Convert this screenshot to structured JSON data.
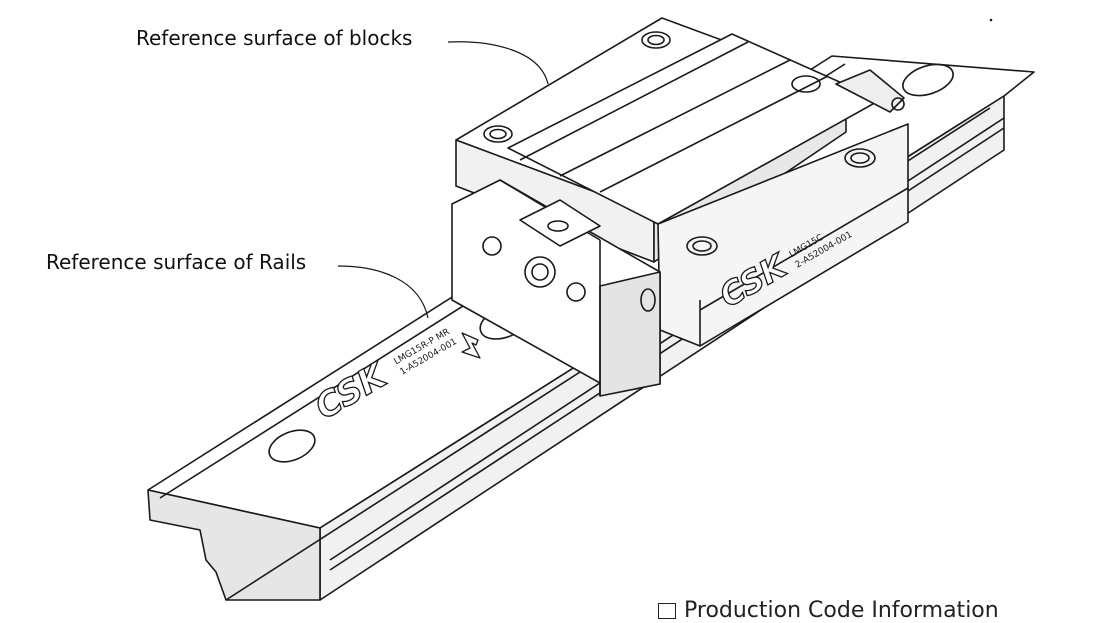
{
  "callouts": {
    "blocks": "Reference surface of blocks",
    "rails": "Reference surface of Rails"
  },
  "rail_marking": {
    "logo": "CSK",
    "line1": "LMG15R-P  MR",
    "line2": "1-A52004-001"
  },
  "block_marking": {
    "logo": "CSK",
    "line1": "LMG15C",
    "line2": "2-A52004-001"
  },
  "footer": {
    "caption": "Production Code Information"
  },
  "colors": {
    "line": "#1a1a1a",
    "face_light": "#ffffff",
    "face_shade": "#f1f1f1",
    "face_dark": "#dcdcdc"
  }
}
